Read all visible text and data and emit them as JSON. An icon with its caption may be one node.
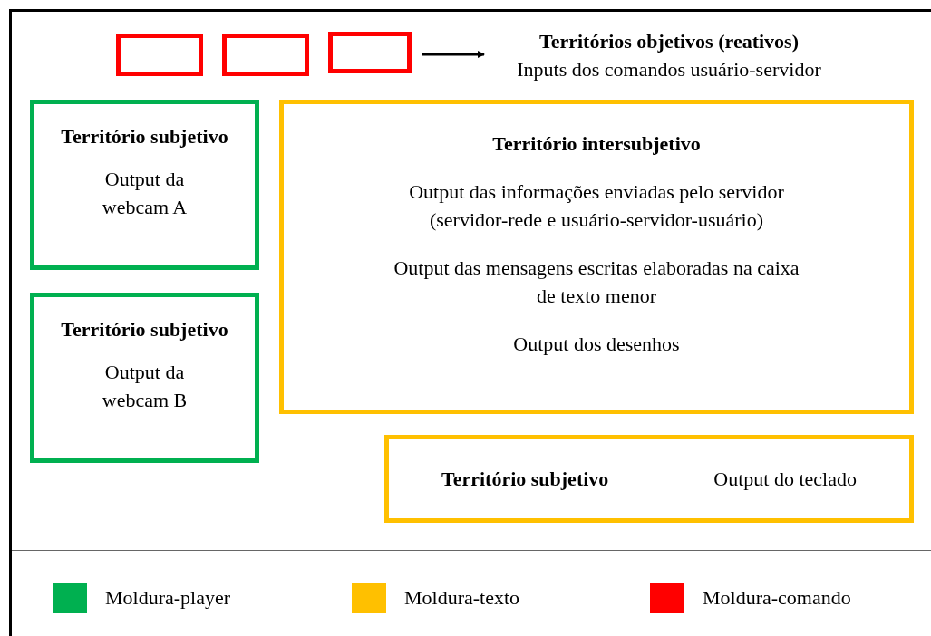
{
  "diagram": {
    "nodes": [
      {
        "text": [],
        "shape": "box"
      },
      {
        "text": [],
        "shape": "box"
      },
      {
        "text": [],
        "shape": "box"
      },
      {
        "text": [
          "Territórios objetivos (reativos)",
          "Inputs dos comandos usuário-servidor"
        ]
      },
      {
        "text": [
          "Território subjetivo",
          "Output da webcam A"
        ]
      },
      {
        "text": [
          "Território subjetivo",
          "Output da webcam B"
        ]
      },
      {
        "text": [
          "Território intersubjetivo",
          "Output das informações enviadas pelo servidor (servidor-rede e usuário-servidor-usuário)",
          "Output das mensagens escritas elaboradas na caixa de texto menor",
          "Output dos desenhos"
        ]
      },
      {
        "text": [
          "Território subjetivo",
          "Output do teclado"
        ]
      }
    ],
    "edges": [
      {
        "from": 2,
        "to": 3,
        "arrow": "to"
      }
    ],
    "legend": [
      {
        "text": "Moldura-player",
        "color": "#00b050"
      },
      {
        "text": "Moldura-texto",
        "color": "#ffc000"
      },
      {
        "text": "Moldura-comando",
        "color": "#ff0000"
      }
    ]
  }
}
